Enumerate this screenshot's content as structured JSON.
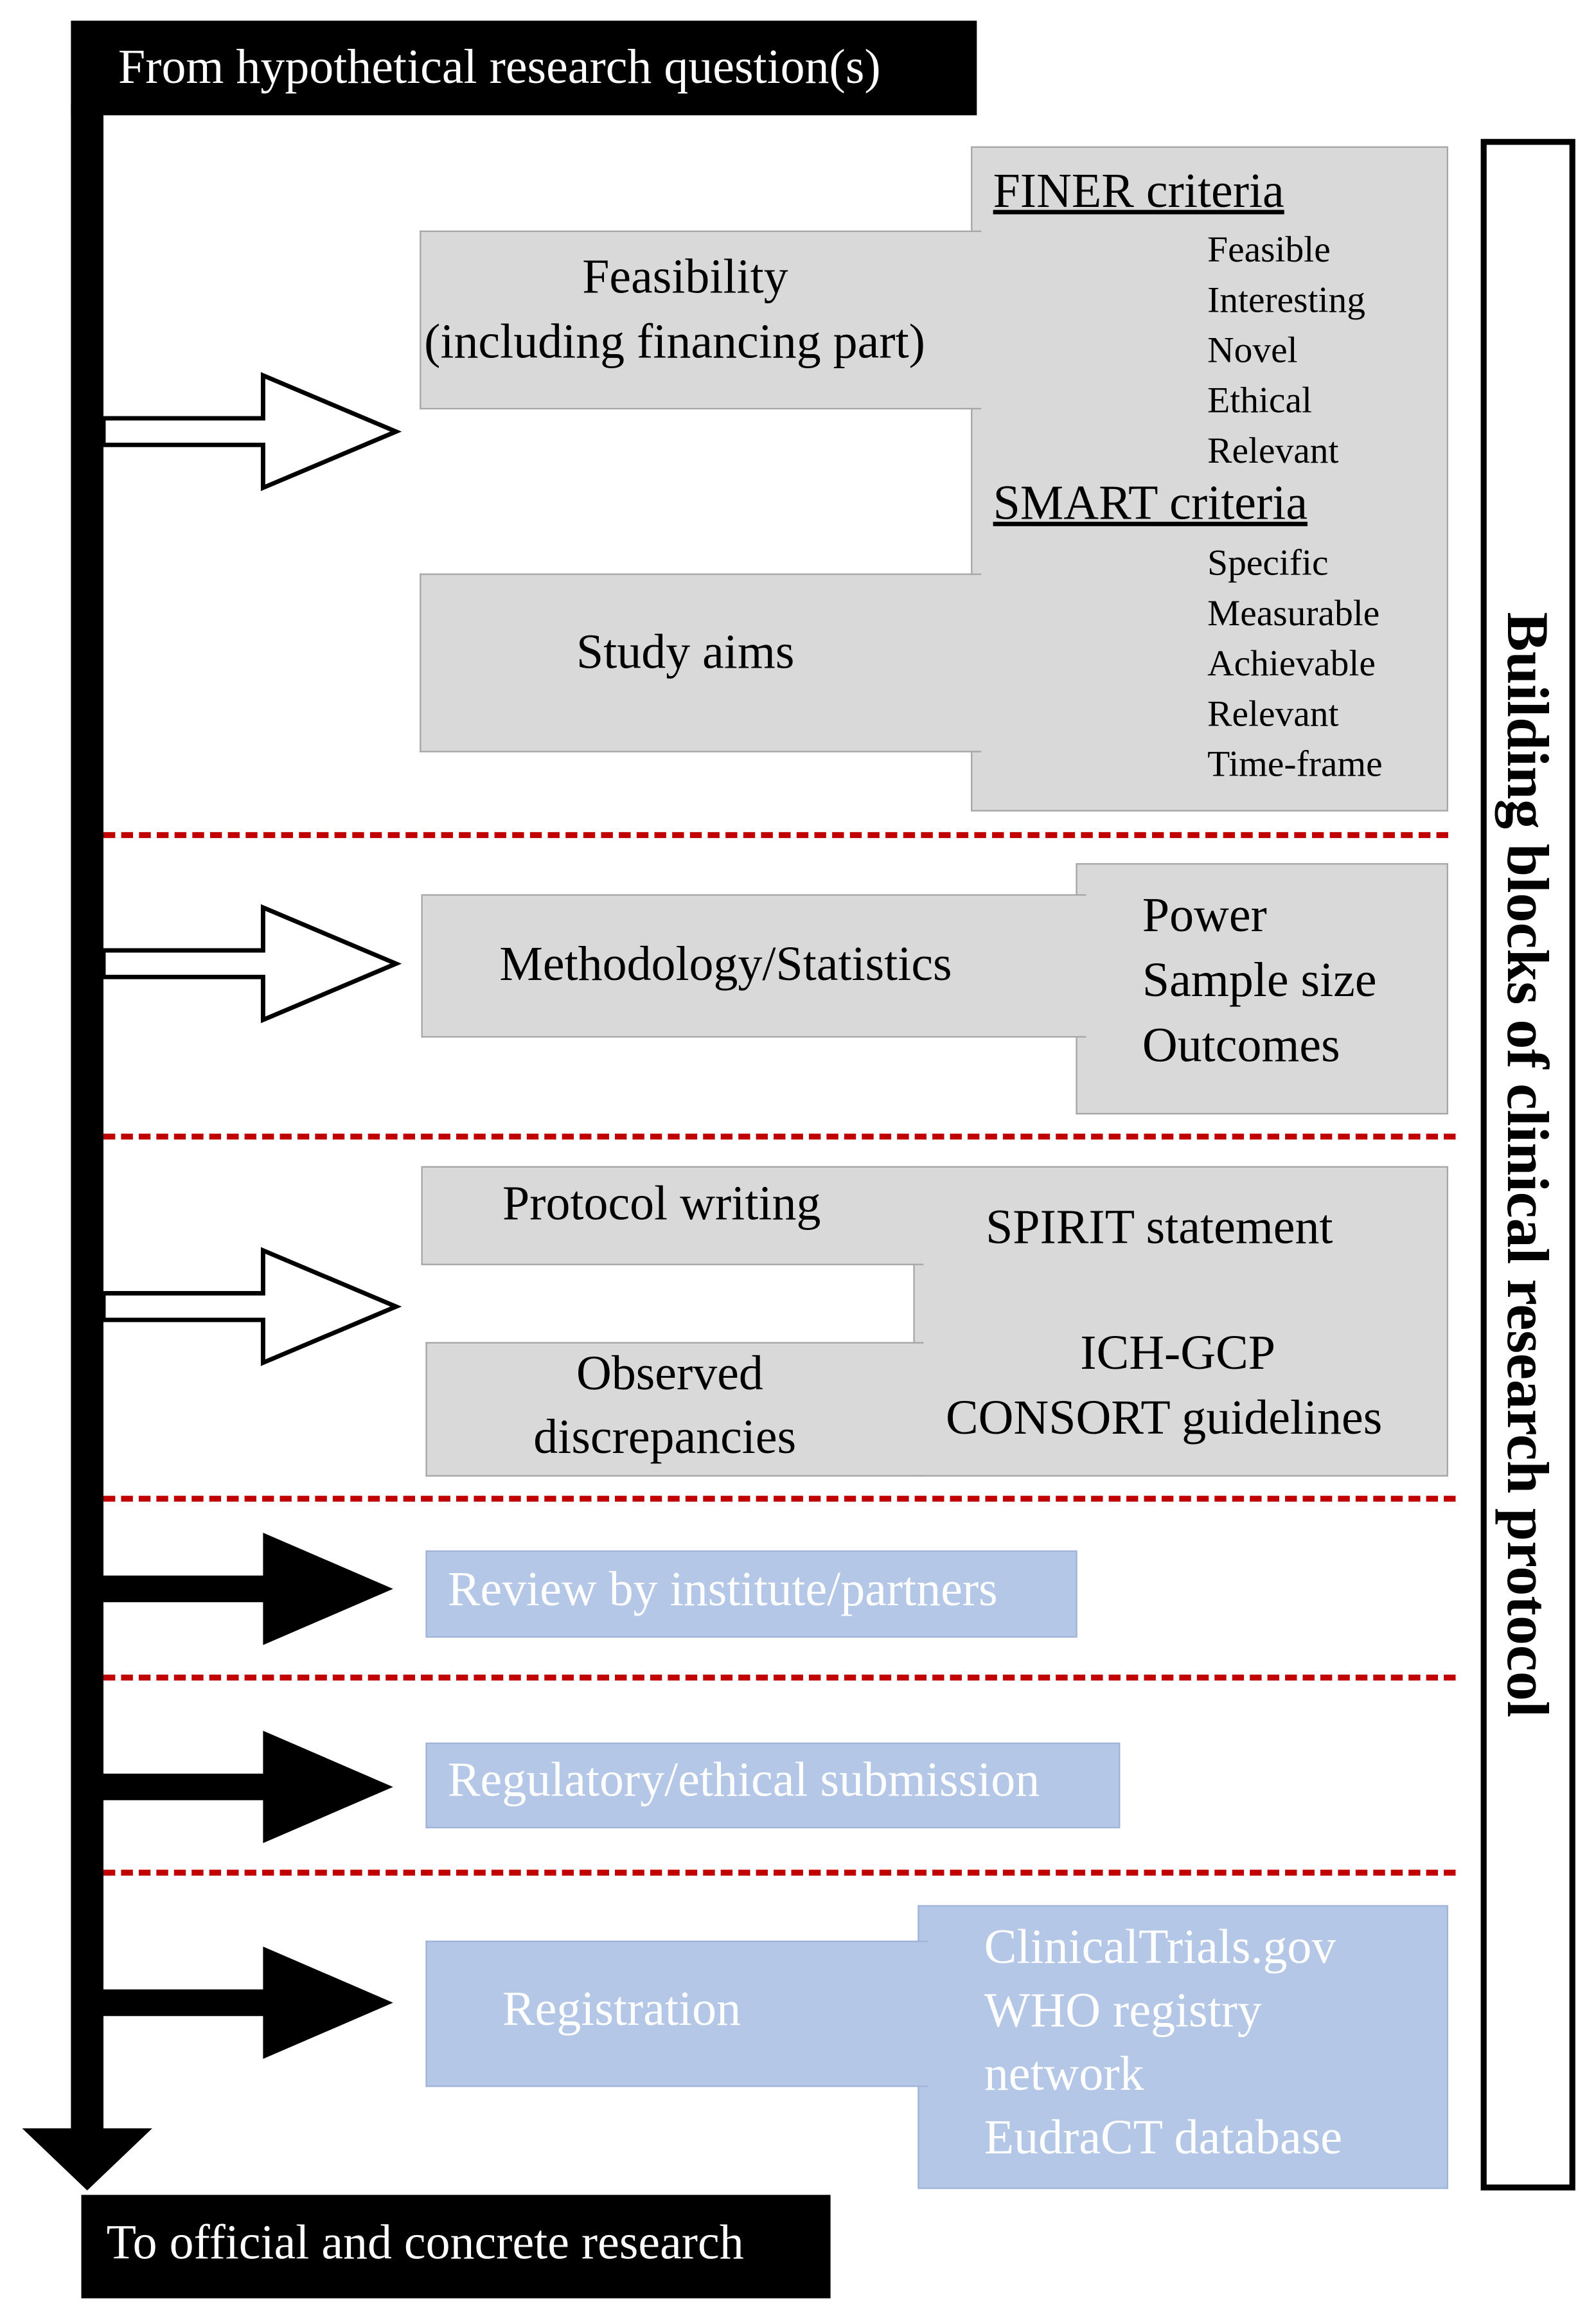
{
  "top_banner": "From hypothetical research question(s)",
  "bottom_banner": "To official and concrete research",
  "side_label": "Building blocks of  clinical research protocol",
  "section1": {
    "feasibility_line1": "Feasibility",
    "feasibility_line2": "(including financing part)",
    "study_aims": "Study aims",
    "finer_title": "FINER criteria",
    "finer_items": [
      "Feasible",
      "Interesting",
      "Novel",
      "Ethical",
      "Relevant"
    ],
    "smart_title": "SMART criteria",
    "smart_items": [
      "Specific",
      "Measurable",
      "Achievable",
      "Relevant",
      "Time-frame"
    ]
  },
  "section2": {
    "methodology": "Methodology/Statistics",
    "items": [
      "Power",
      "Sample size",
      "Outcomes"
    ]
  },
  "section3": {
    "protocol_writing": "Protocol writing",
    "observed_line1": "Observed",
    "observed_line2": "discrepancies",
    "spirit": "SPIRIT statement",
    "ichgcp": "ICH-GCP",
    "consort": "CONSORT guidelines"
  },
  "section4": {
    "review": "Review by institute/partners"
  },
  "section5": {
    "regulatory": "Regulatory/ethical submission"
  },
  "section6": {
    "registration": "Registration",
    "registries": [
      "ClinicalTrials.gov",
      "WHO registry",
      "network",
      "EudraCT database"
    ]
  },
  "colors": {
    "gray_box": "#d9d9d9",
    "blue_box": "#b4c7e7",
    "divider": "#c00000",
    "banner": "#000000"
  }
}
